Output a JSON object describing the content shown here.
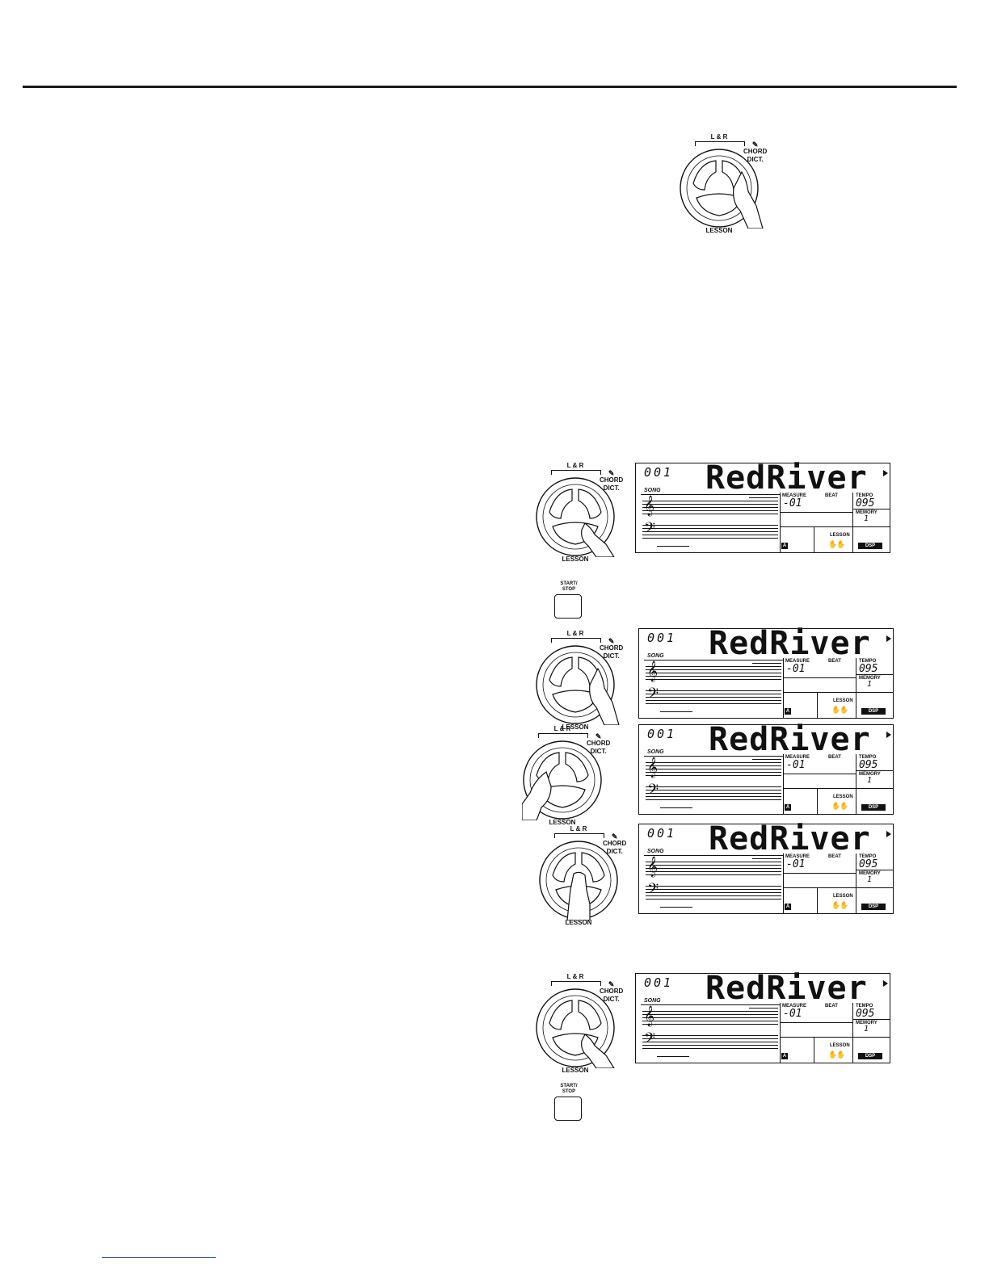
{
  "control": {
    "lr_label": "L & R",
    "chord_label_1": "CHORD",
    "chord_label_2": "DICT.",
    "lesson_label": "LESSON",
    "pen_icon": "✎"
  },
  "lcd": {
    "song_number": "001",
    "song_name": "RedRiver",
    "song_label": "SONG",
    "measure_label": "MEASURE",
    "beat_label": "BEAT",
    "tempo_label": "TEMPO",
    "memory_label": "MEMORY",
    "lesson_label": "LESSON",
    "measure_value": "-01",
    "tempo_value": "095",
    "memory_value": "1",
    "a_label": "A",
    "dsp_label": "DSP",
    "treble_clef": "𝄞",
    "bass_clef": "𝄢"
  },
  "start_stop": {
    "label_1": "START/",
    "label_2": "STOP"
  }
}
